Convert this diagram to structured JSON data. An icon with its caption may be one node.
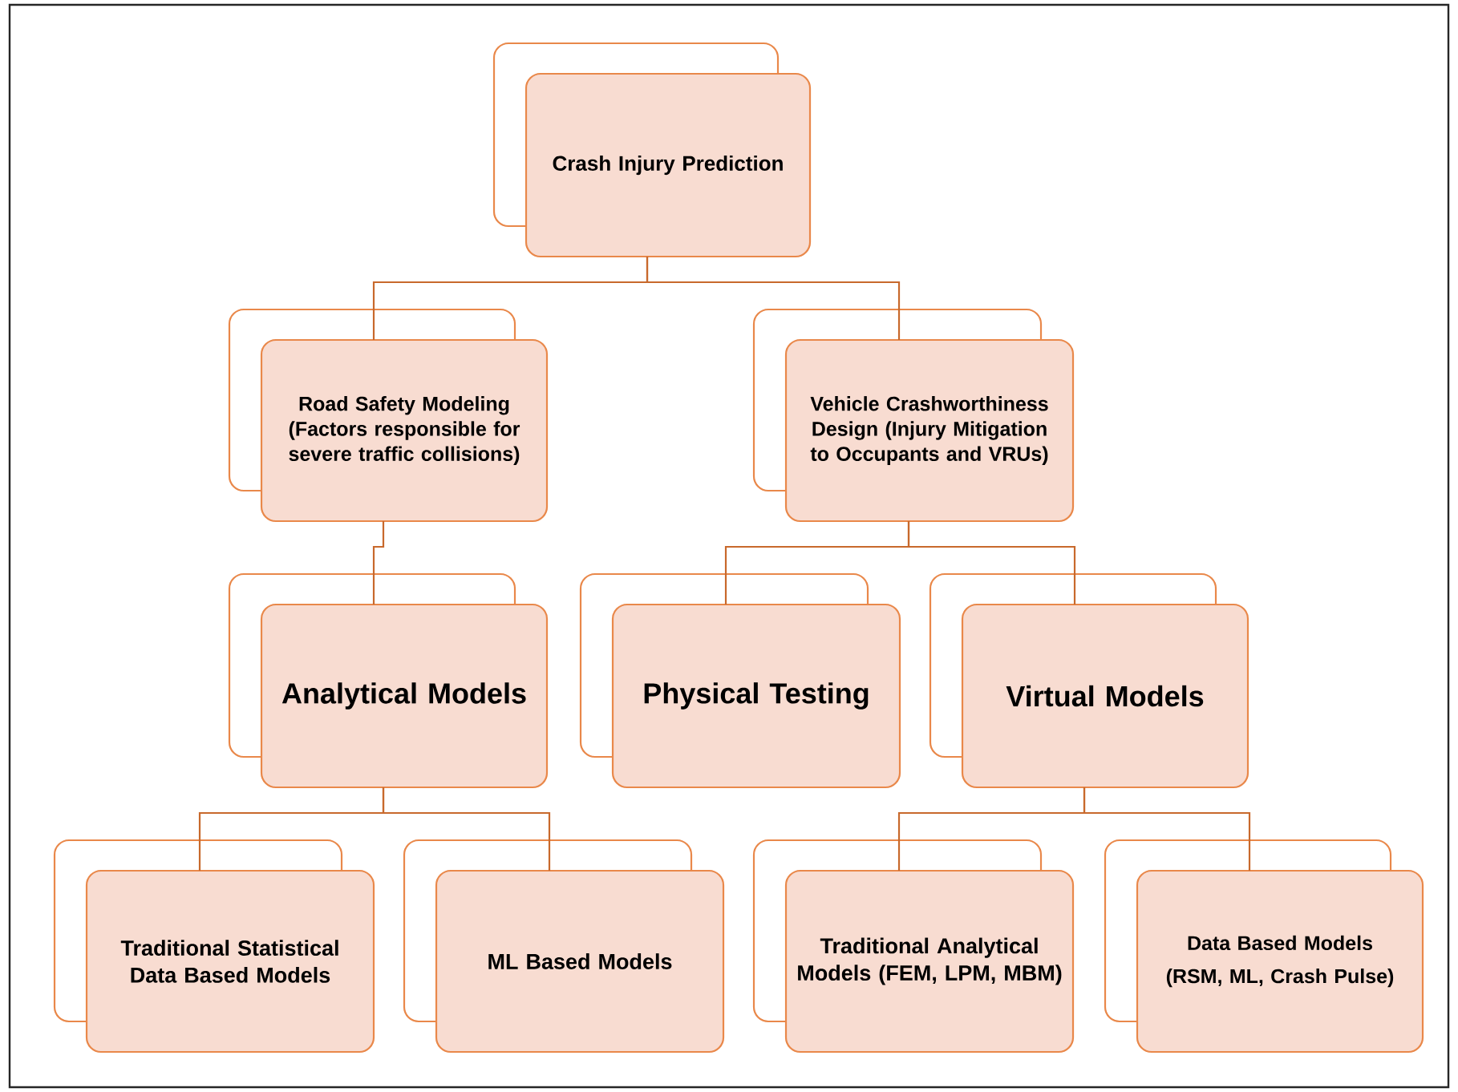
{
  "diagram": {
    "nodes": [
      {
        "text": [
          "Crash Injury Prediction"
        ]
      },
      {
        "text": [
          "Road Safety Modeling (Factors responsible for severe traffic collisions)"
        ]
      },
      {
        "text": [
          "Vehicle Crashworthiness Design (Injury Mitigation to Occupants and VRUs)"
        ]
      },
      {
        "text": [
          "Analytical Models"
        ]
      },
      {
        "text": [
          "Physical Testing"
        ]
      },
      {
        "text": [
          "Virtual Models"
        ]
      },
      {
        "text": [
          "Traditional Statistical Data Based Models"
        ]
      },
      {
        "text": [
          "ML Based Models"
        ]
      },
      {
        "text": [
          "Traditional Analytical Models (FEM, LPM, MBM)"
        ]
      },
      {
        "text": [
          "Data Based Models",
          "(RSM, ML, Crash Pulse)"
        ]
      }
    ],
    "edges": [
      {
        "from": 0,
        "to": 1,
        "arrow": "none"
      },
      {
        "from": 0,
        "to": 2,
        "arrow": "none"
      },
      {
        "from": 1,
        "to": 3,
        "arrow": "none"
      },
      {
        "from": 2,
        "to": 4,
        "arrow": "none"
      },
      {
        "from": 2,
        "to": 5,
        "arrow": "none"
      },
      {
        "from": 3,
        "to": 6,
        "arrow": "none"
      },
      {
        "from": 3,
        "to": 7,
        "arrow": "none"
      },
      {
        "from": 5,
        "to": 8,
        "arrow": "none"
      },
      {
        "from": 5,
        "to": 9,
        "arrow": "none"
      }
    ]
  }
}
